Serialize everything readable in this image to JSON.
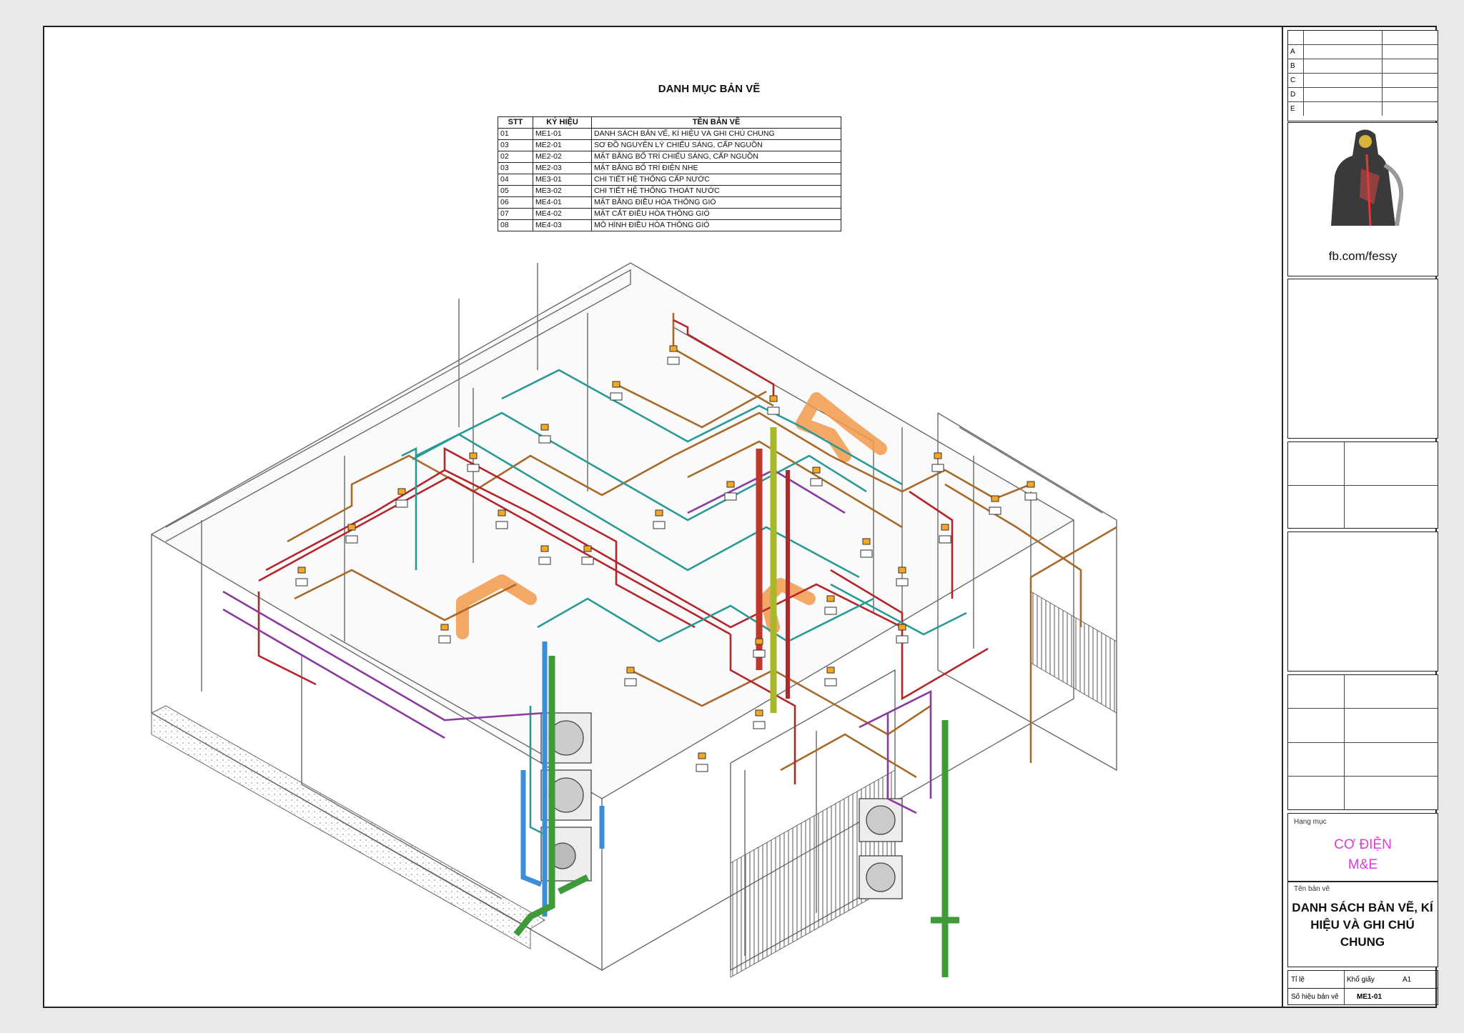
{
  "drawing_list": {
    "title": "DANH MỤC BẢN VẼ",
    "headers": [
      "STT",
      "KÝ HIỆU",
      "TÊN BẢN VẼ"
    ],
    "rows": [
      [
        "01",
        "ME1-01",
        "DANH SÁCH BẢN VẼ, KÍ HIỆU VÀ GHI CHÚ CHUNG"
      ],
      [
        "03",
        "ME2-01",
        "SƠ ĐỒ NGUYÊN LÝ CHIẾU SÁNG, CẤP NGUỒN"
      ],
      [
        "02",
        "ME2-02",
        "MẶT BẰNG BỐ TRÍ CHIẾU SÁNG, CẤP NGUỒN"
      ],
      [
        "03",
        "ME2-03",
        "MẶT BẰNG BỐ TRÍ ĐIỆN NHẸ"
      ],
      [
        "04",
        "ME3-01",
        "CHI TIẾT HỆ THỐNG CẤP NƯỚC"
      ],
      [
        "05",
        "ME3-02",
        "CHI TIẾT HỆ THỐNG THOÁT NƯỚC"
      ],
      [
        "06",
        "ME4-01",
        "MẶT BẰNG ĐIỀU HÒA THÔNG GIÓ"
      ],
      [
        "07",
        "ME4-02",
        "MẶT CẮT ĐIỀU HÒA THÔNG GIÓ"
      ],
      [
        "08",
        "ME4-03",
        "MÔ HÌNH ĐIỀU HÒA THÔNG GIÓ"
      ]
    ]
  },
  "title_block": {
    "revisions": [
      "",
      "A",
      "B",
      "C",
      "D",
      "E"
    ],
    "facebook": "fb.com/fessy",
    "category_label": "Hạng mục",
    "category_line1": "CƠ ĐIỆN",
    "category_line2": "M&E",
    "drawing_name_label": "Tên bản vẽ",
    "drawing_name": "DANH SÁCH BẢN VẼ, KÍ HIỆU VÀ GHI CHÚ CHUNG",
    "scale_label": "Tỉ lệ",
    "paper_label": "Khổ giấy",
    "paper_value": "A1",
    "sheet_no_label": "Số hiệu bản vẽ",
    "sheet_no_value": "ME1-01"
  },
  "colors": {
    "power": "#b3262a",
    "lighting": "#a86a2a",
    "low_voltage": "#2a9a96",
    "signal": "#8a3b9e",
    "water_supply": "#3b8fd9",
    "drainage": "#3f9a3a",
    "duct": "#f2994a",
    "drain_vertical": "#a8b82a"
  }
}
